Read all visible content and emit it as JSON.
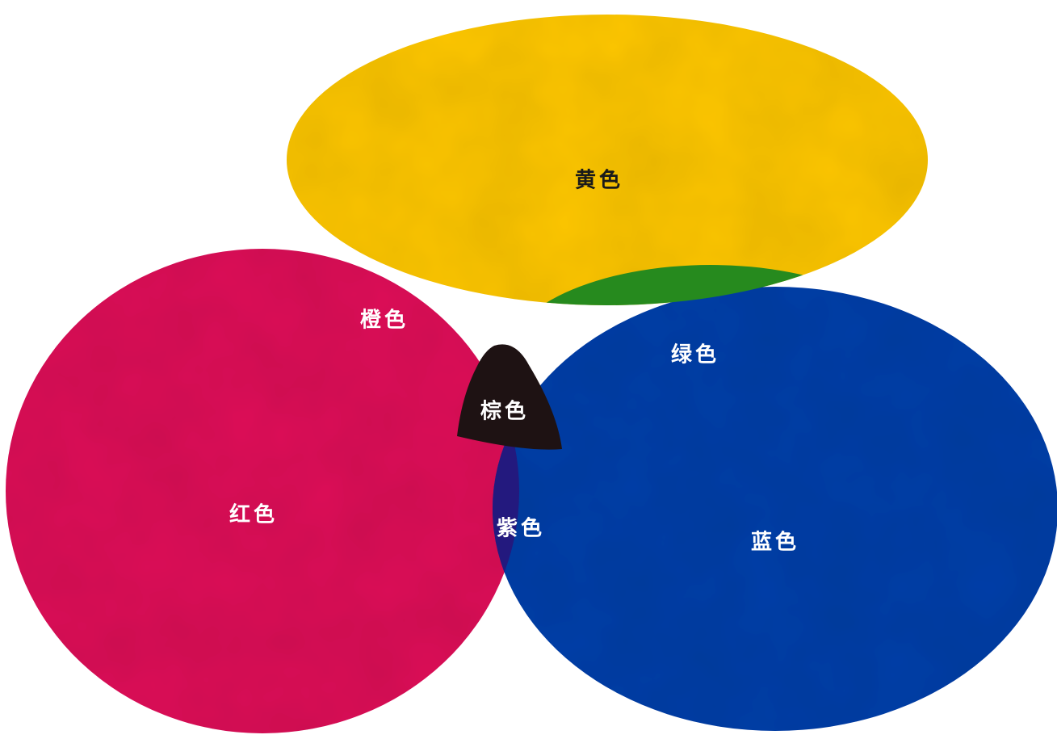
{
  "diagram": {
    "type": "color-mixing-venn",
    "sets": [
      {
        "key": "yellow",
        "label": "黄色",
        "color": "#FDC608"
      },
      {
        "key": "red",
        "label": "红色",
        "color": "#DD1558"
      },
      {
        "key": "blue",
        "label": "蓝色",
        "color": "#0A3FA8"
      }
    ],
    "overlaps": [
      {
        "key": "yellow-red",
        "label": "橙色",
        "color": "#E8280E"
      },
      {
        "key": "yellow-blue",
        "label": "绿色",
        "color": "#268A1E"
      },
      {
        "key": "red-blue",
        "label": "紫色",
        "color": "#23197E"
      },
      {
        "key": "all",
        "label": "棕色",
        "color": "#1E1213"
      }
    ]
  }
}
